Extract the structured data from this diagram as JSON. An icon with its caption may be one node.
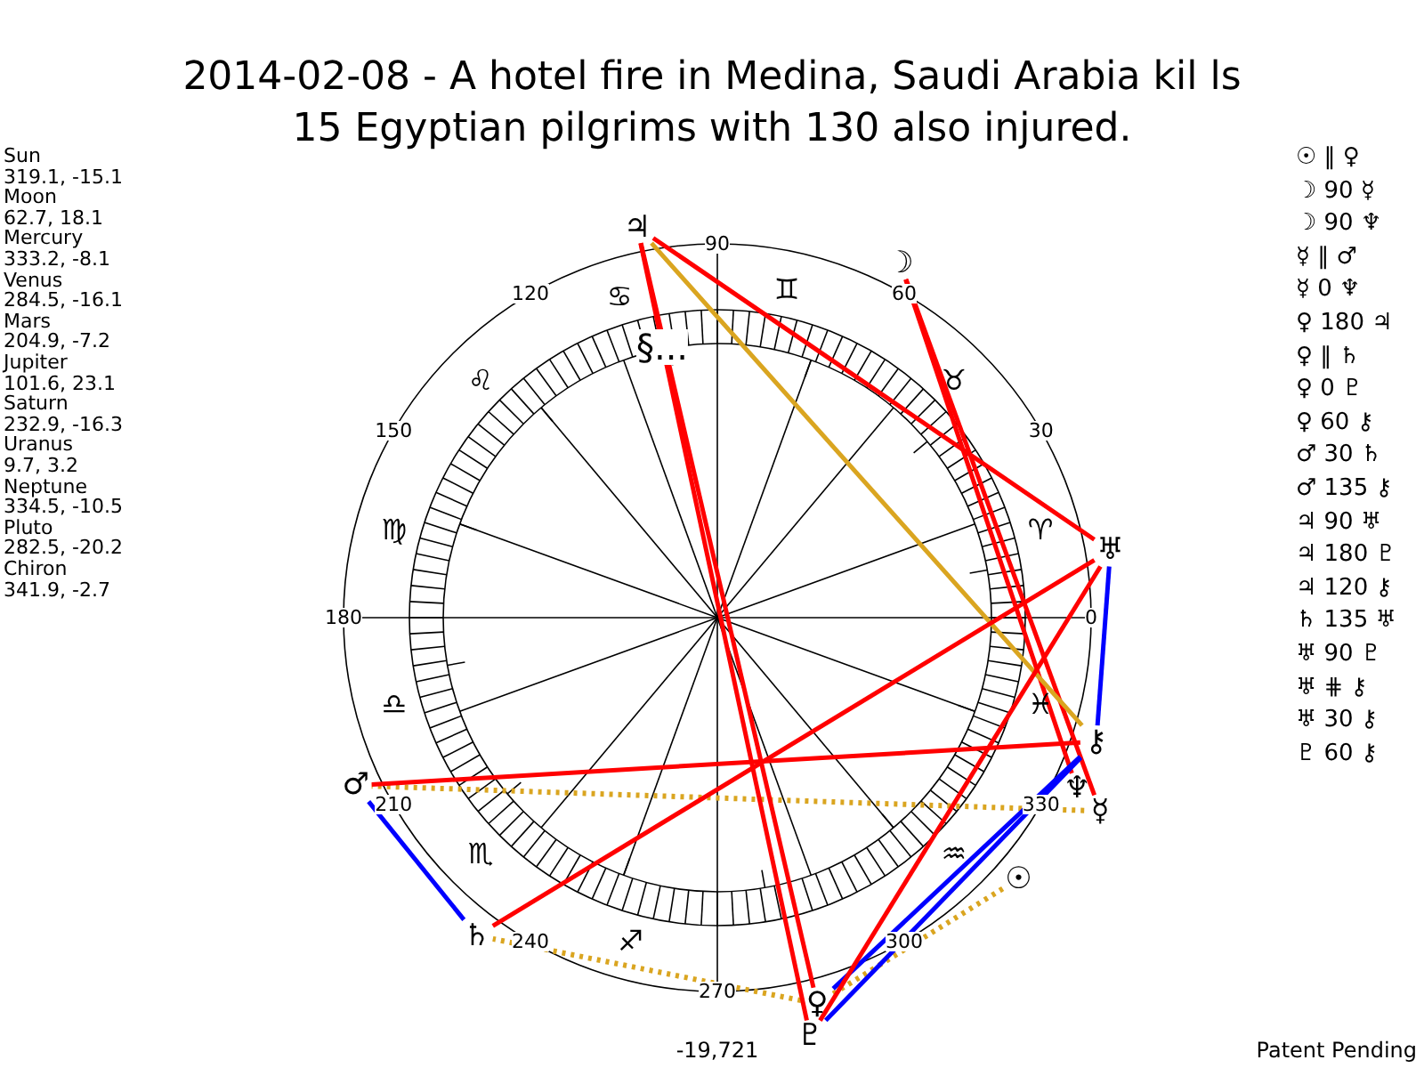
{
  "diagram": {
    "title": "2014-02-08 - A hotel fire in Medina, Saudi Arabia kil ls 15 Egyptian pilgrims with 130 also injured.",
    "nodes": [
      {
        "text": [
          "♃"
        ]
      },
      {
        "text": [
          "☽"
        ]
      },
      {
        "text": [
          "♅"
        ]
      },
      {
        "text": [
          "⚷"
        ]
      },
      {
        "text": [
          "♆"
        ]
      },
      {
        "text": [
          "☿"
        ]
      },
      {
        "text": [
          "☉"
        ]
      },
      {
        "text": [
          "♀"
        ]
      },
      {
        "text": [
          "♇"
        ]
      },
      {
        "text": [
          "♄"
        ]
      },
      {
        "text": [
          "♂"
        ]
      }
    ],
    "edges": [
      {
        "from": 6,
        "to": 7,
        "arrow": "none",
        "style": "dashed",
        "color": "#daa520"
      },
      {
        "from": 1,
        "to": 5,
        "arrow": "none"
      },
      {
        "from": 1,
        "to": 4,
        "arrow": "none"
      },
      {
        "from": 5,
        "to": 10,
        "arrow": "none",
        "style": "dashed",
        "color": "#daa520"
      },
      {
        "from": 7,
        "to": 0,
        "arrow": "none"
      },
      {
        "from": 7,
        "to": 9,
        "arrow": "none",
        "style": "dashed",
        "color": "#daa520"
      },
      {
        "from": 7,
        "to": 3,
        "arrow": "none",
        "color": "#0000ff"
      },
      {
        "from": 10,
        "to": 9,
        "arrow": "none",
        "color": "#0000ff"
      },
      {
        "from": 10,
        "to": 3,
        "arrow": "none"
      },
      {
        "from": 0,
        "to": 2,
        "arrow": "none"
      },
      {
        "from": 0,
        "to": 8,
        "arrow": "none"
      },
      {
        "from": 0,
        "to": 3,
        "arrow": "none",
        "color": "#daa520"
      },
      {
        "from": 9,
        "to": 2,
        "arrow": "none"
      },
      {
        "from": 2,
        "to": 8,
        "arrow": "none"
      },
      {
        "from": 2,
        "to": 3,
        "arrow": "none",
        "color": "#0000ff"
      },
      {
        "from": 8,
        "to": 3,
        "arrow": "none",
        "color": "#0000ff"
      }
    ],
    "labels": [
      "Sun",
      "319.1, -15.1",
      "Moon",
      "62.7, 18.1",
      "Mercury",
      "333.2, -8.1",
      "Venus",
      "284.5, -16.1",
      "Mars",
      "204.9, -7.2",
      "Jupiter",
      "101.6, 23.1",
      "Saturn",
      "232.9, -16.3",
      "Uranus",
      "9.7, 3.2",
      "Neptune",
      "334.5, -10.5",
      "Pluto",
      "282.5, -20.2",
      "Chiron",
      "341.9, -2.7",
      "90",
      "120",
      "60",
      "150",
      "30",
      "180",
      "0",
      "210",
      "330",
      "240",
      "300",
      "270",
      "♊",
      "♋",
      "♉",
      "♌",
      "♈",
      "♍",
      "♓",
      "♎",
      "♏",
      "♒",
      "♐",
      "§...",
      "☉ ‖ ♀",
      "☽ 90 ☿",
      "☽ 90 ♆",
      "☿ ‖ ♂",
      "☿ 0 ♆",
      "♀ 180 ♃",
      "♀ ‖ ♄",
      "♀ 0 ♇",
      "♀ 60 ⚷",
      "♂ 30 ♄",
      "♂ 135 ⚷",
      "♃ 90 ♅",
      "♃ 180 ♇",
      "♃ 120 ⚷",
      "♄ 135 ♅",
      "♅ 90 ♇",
      "♅ ⋕ ⚷",
      "♅ 30 ⚷",
      "♇ 60 ⚷",
      "-19,721",
      "Patent Pending"
    ]
  }
}
